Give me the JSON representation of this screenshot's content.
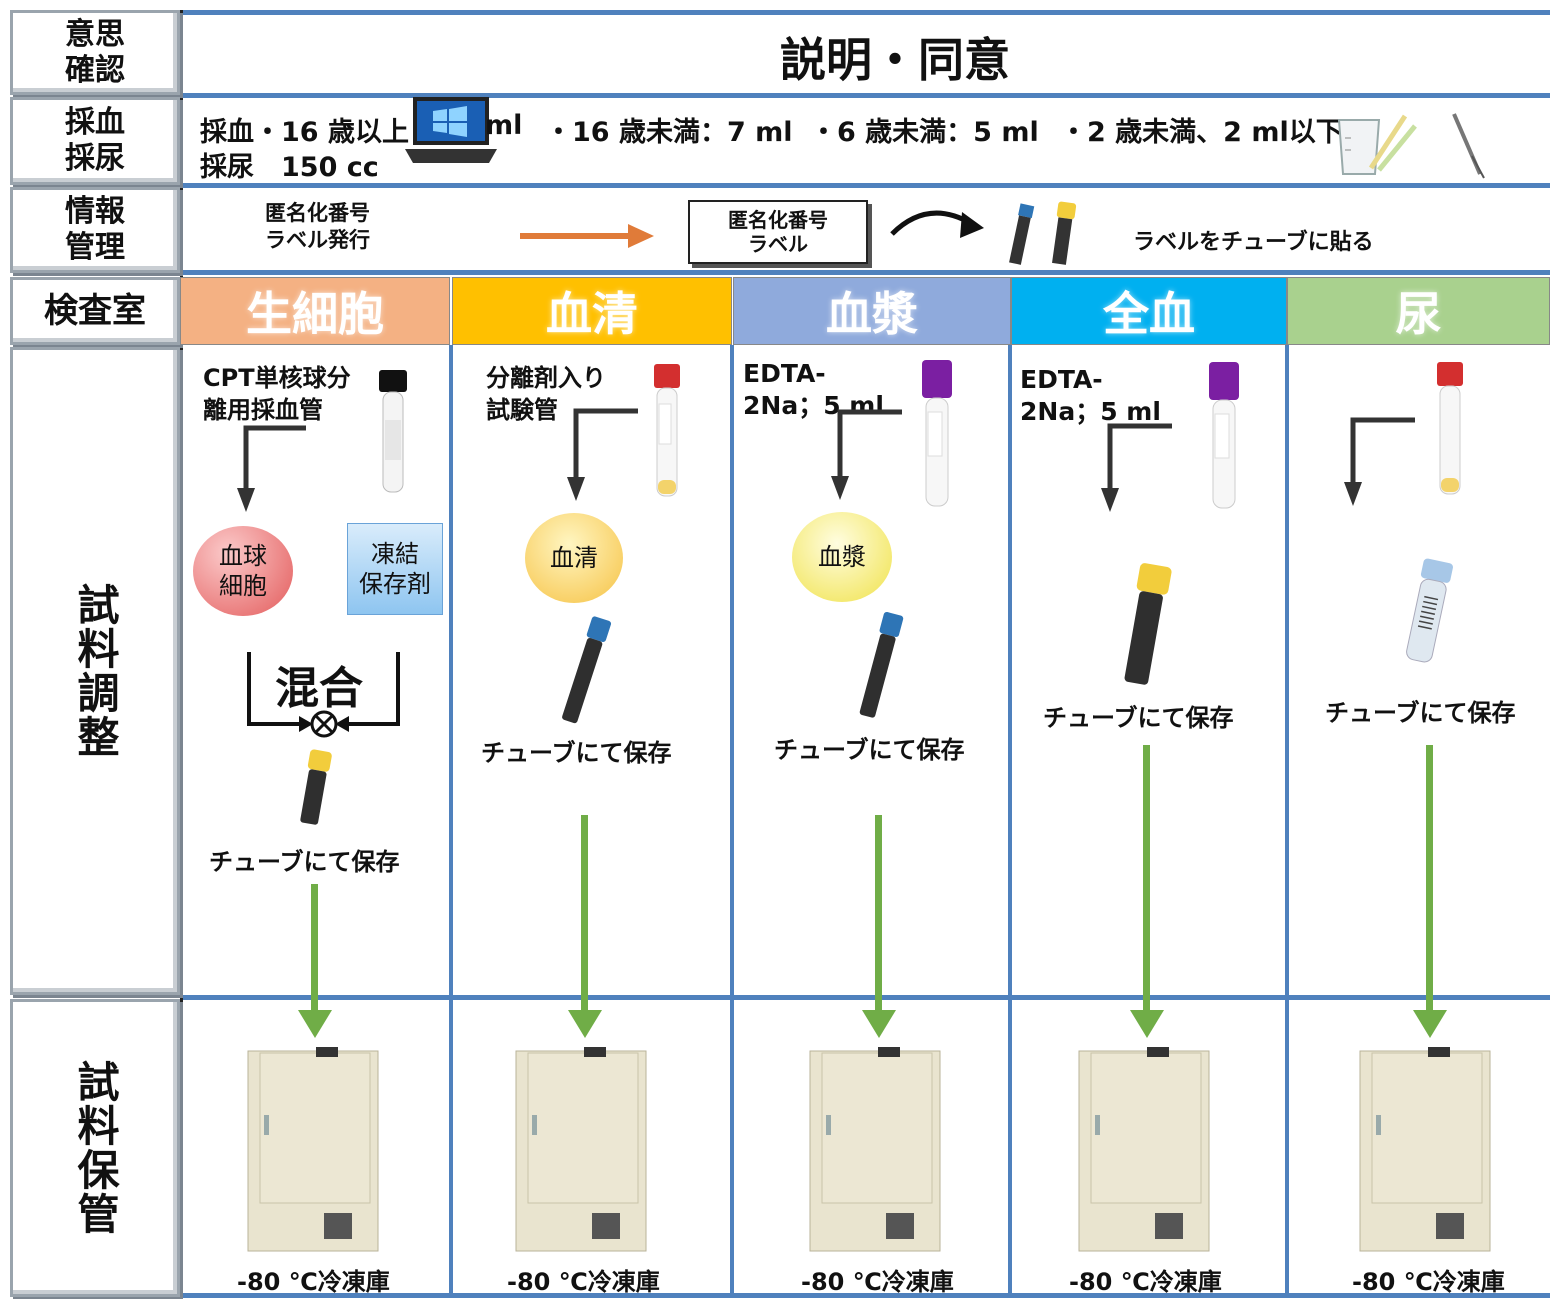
{
  "rows": {
    "consent": "意思\n確認",
    "collection": "採血\n採尿",
    "info": "情報\n管理",
    "lab": "検査室",
    "prep": "試料調整",
    "storage": "試料保管"
  },
  "consent_title": "説明・同意",
  "collection": {
    "blood_line": "採血・16 歳以上",
    "blood_line_cut": "ml",
    "under16": "・16 歳未満：7 ml",
    "under6": "・6 歳未満：5 ml",
    "under2": "・2 歳未満、2 ml以下",
    "urine_line": "採尿　150 cc"
  },
  "info": {
    "issue": "匿名化番号\nラベル発行",
    "label_box": "匿名化番号\nラベル",
    "attach": "ラベルをチューブに貼る"
  },
  "columns": [
    {
      "header": "生細胞",
      "color": "#f4b183",
      "sample": "CPT単核球分\n離用採血管",
      "store": "チューブにて保存",
      "freezer": "-80 ℃冷凍庫"
    },
    {
      "header": "血清",
      "color": "#ffc000",
      "sample": "分離剤入り\n試験管",
      "bubble": "血清",
      "store": "チューブにて保存",
      "freezer": "-80 ℃冷凍庫"
    },
    {
      "header": "血漿",
      "color": "#8faadc",
      "sample": "EDTA-\n2Na；5 ml",
      "bubble": "血漿",
      "store": "チューブにて保存",
      "freezer": "-80 ℃冷凍庫"
    },
    {
      "header": "全血",
      "color": "#00b0f0",
      "sample": "EDTA-\n2Na；5 ml",
      "store": "チューブにて保存",
      "freezer": "-80 ℃冷凍庫"
    },
    {
      "header": "尿",
      "color": "#a9d18e",
      "store": "チューブにて保存",
      "freezer": "-80 ℃冷凍庫"
    }
  ],
  "live_cells": {
    "blood_cells": "血球\n細胞",
    "cryo": "凍結\n保存剤",
    "mix": "混合"
  },
  "colors": {
    "rule": "#4f81bd",
    "arrow_green": "#70ad47",
    "arrow_orange": "#e07b39"
  }
}
